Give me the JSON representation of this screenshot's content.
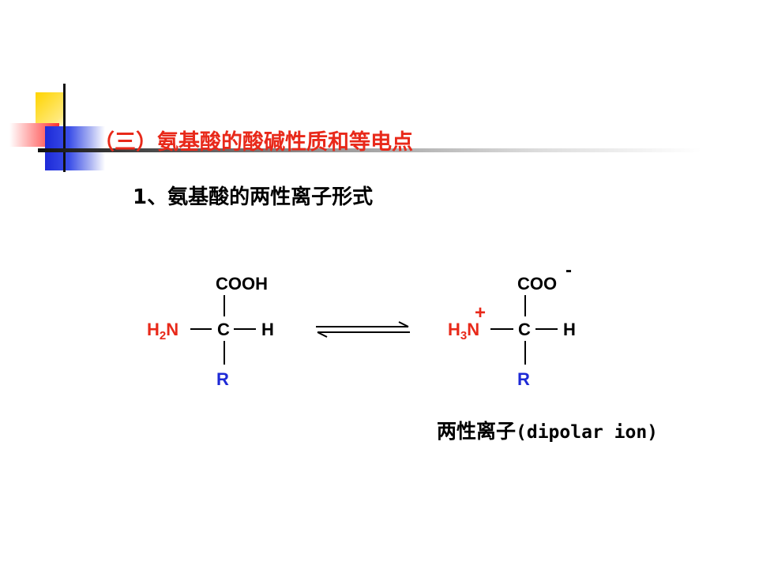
{
  "slide": {
    "section_title": "（三）氨基酸的酸碱性质和等电点",
    "subtitle": "1、氨基酸的两性离子形式",
    "caption_cn": "两性离子",
    "caption_en": "(dipolar ion)"
  },
  "left_molecule": {
    "top_group": "COOH",
    "amino_base": "H",
    "amino_sub": "2",
    "amino_tail": "N",
    "center": "C",
    "right_atom": "H",
    "side_chain": "R"
  },
  "right_molecule": {
    "top_group": "COO",
    "top_charge": "-",
    "charge_plus": "+",
    "amino_base": "H",
    "amino_sub": "3",
    "amino_tail": "N",
    "center": "C",
    "right_atom": "H",
    "side_chain": "R"
  },
  "colors": {
    "title_red": "#e8291a",
    "amino_red": "#e8291a",
    "side_chain_blue": "#1e2ad6",
    "text_black": "#000000"
  }
}
